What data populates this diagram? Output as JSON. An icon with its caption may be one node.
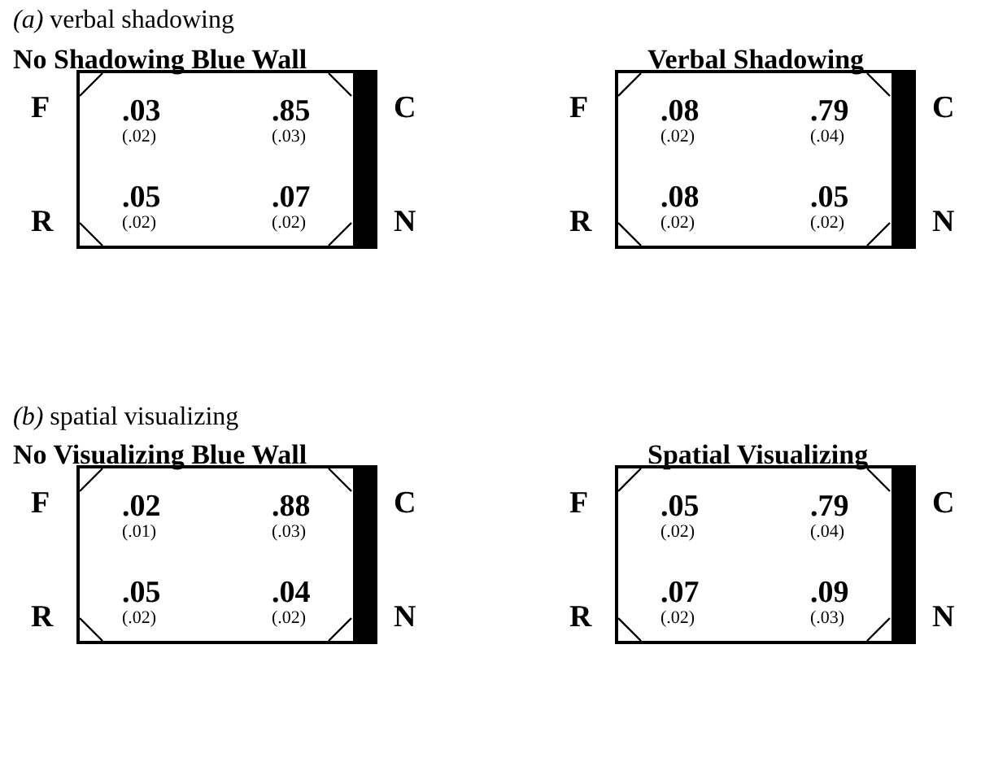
{
  "diagram": {
    "nodes": [
      {
        "text": [
          ".03",
          "(.02)",
          ".85",
          "(.03)",
          ".05",
          "(.02)",
          ".07",
          "(.02)"
        ],
        "beside": [
          "F",
          "C",
          "R",
          "N"
        ]
      },
      {
        "text": [
          ".08",
          "(.02)",
          ".79",
          "(.04)",
          ".08",
          "(.02)",
          ".05",
          "(.02)"
        ],
        "beside": [
          "F",
          "C",
          "R",
          "N"
        ]
      },
      {
        "text": [
          ".02",
          "(.01)",
          ".88",
          "(.03)",
          ".05",
          "(.02)",
          ".04",
          "(.02)"
        ],
        "beside": [
          "F",
          "C",
          "R",
          "N"
        ]
      },
      {
        "text": [
          ".05",
          "(.02)",
          ".79",
          "(.04)",
          ".07",
          "(.02)",
          ".09",
          "(.03)"
        ],
        "beside": [
          "F",
          "C",
          "R",
          "N"
        ]
      }
    ],
    "labels": [
      "*(a)* verbal shadowing",
      "No Shadowing Blue Wall",
      "Verbal Shadowing",
      "*(b)* spatial visualizing",
      "No Visualizing Blue Wall",
      "Spatial Visualizing"
    ]
  }
}
